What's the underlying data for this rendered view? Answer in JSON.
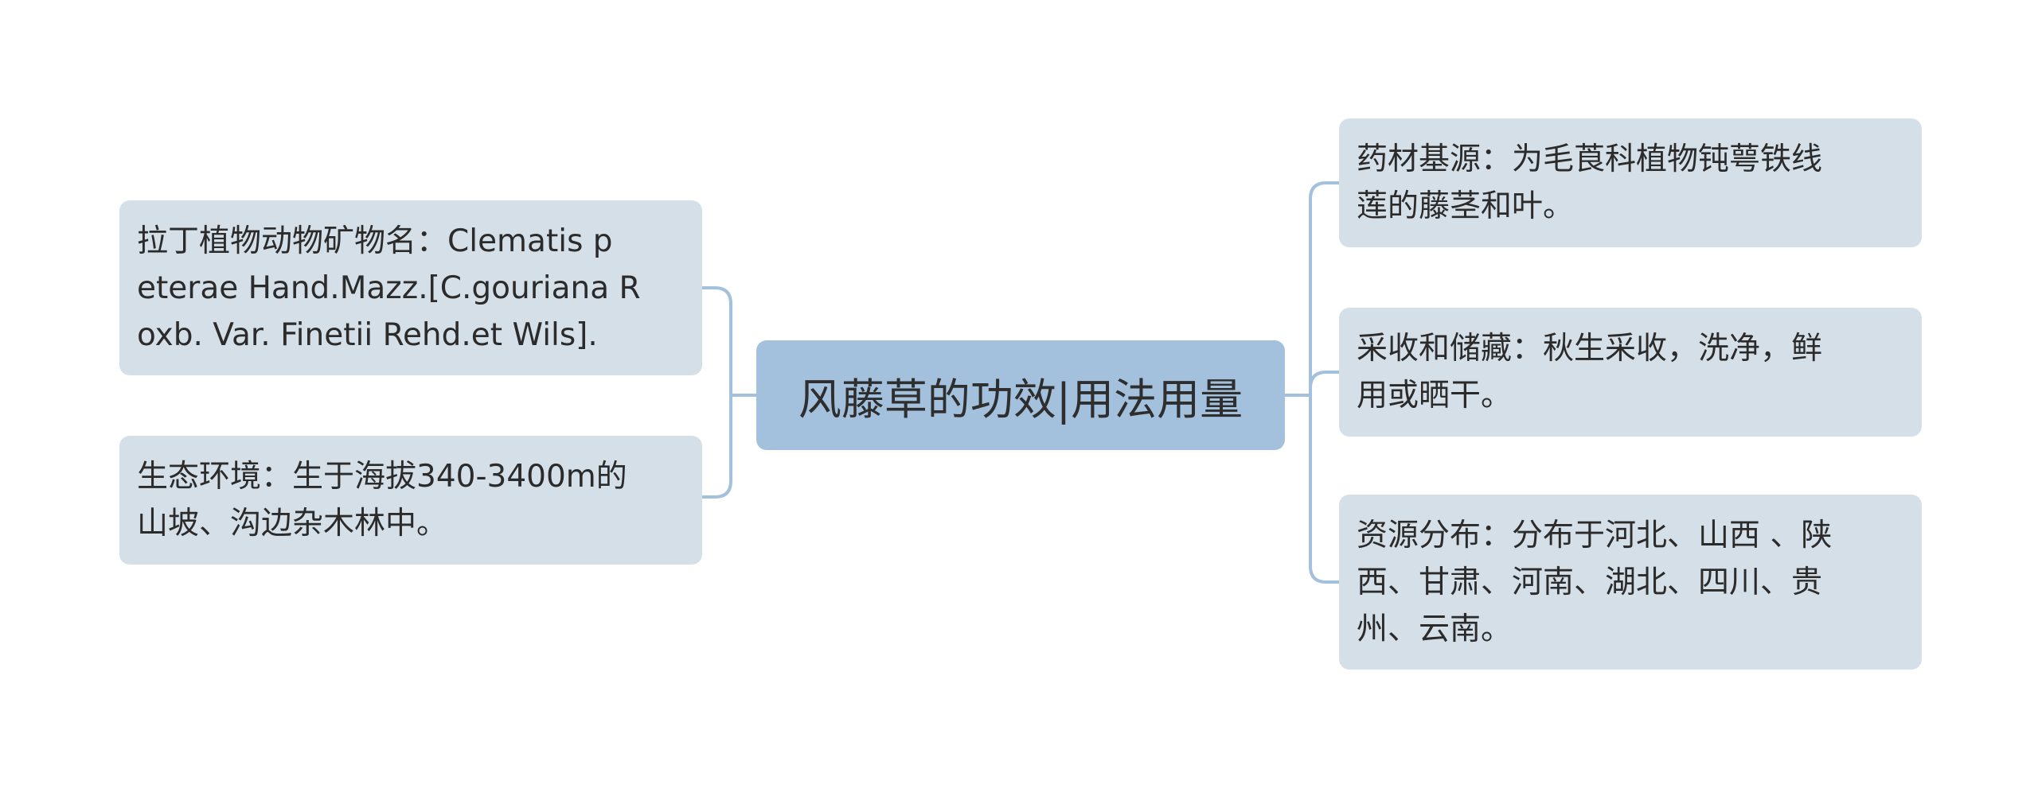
{
  "colors": {
    "root_fill": "#a3c0dc",
    "node_fill": "#d4dfe8",
    "connector": "#a3c0dc"
  },
  "root": {
    "label": "风藤草的功效|用法用量"
  },
  "left": [
    {
      "lines": [
        "拉丁植物动物矿物名：Clematis p",
        "eterae Hand.Mazz.[C.gouriana R",
        "oxb. Var. Finetii Rehd.et Wils]."
      ]
    },
    {
      "lines": [
        "生态环境：生于海拔340-3400m的",
        "山坡、沟边杂木林中。"
      ]
    }
  ],
  "right": [
    {
      "lines": [
        "药材基源：为毛莨科植物钝萼铁线",
        "莲的藤茎和叶。"
      ]
    },
    {
      "lines": [
        "采收和储藏：秋生采收，洗净，鲜",
        "用或晒干。"
      ]
    },
    {
      "lines": [
        "资源分布：分布于河北、山西 、陕",
        "西、甘肃、河南、湖北、四川、贵",
        "州、云南。"
      ]
    }
  ]
}
